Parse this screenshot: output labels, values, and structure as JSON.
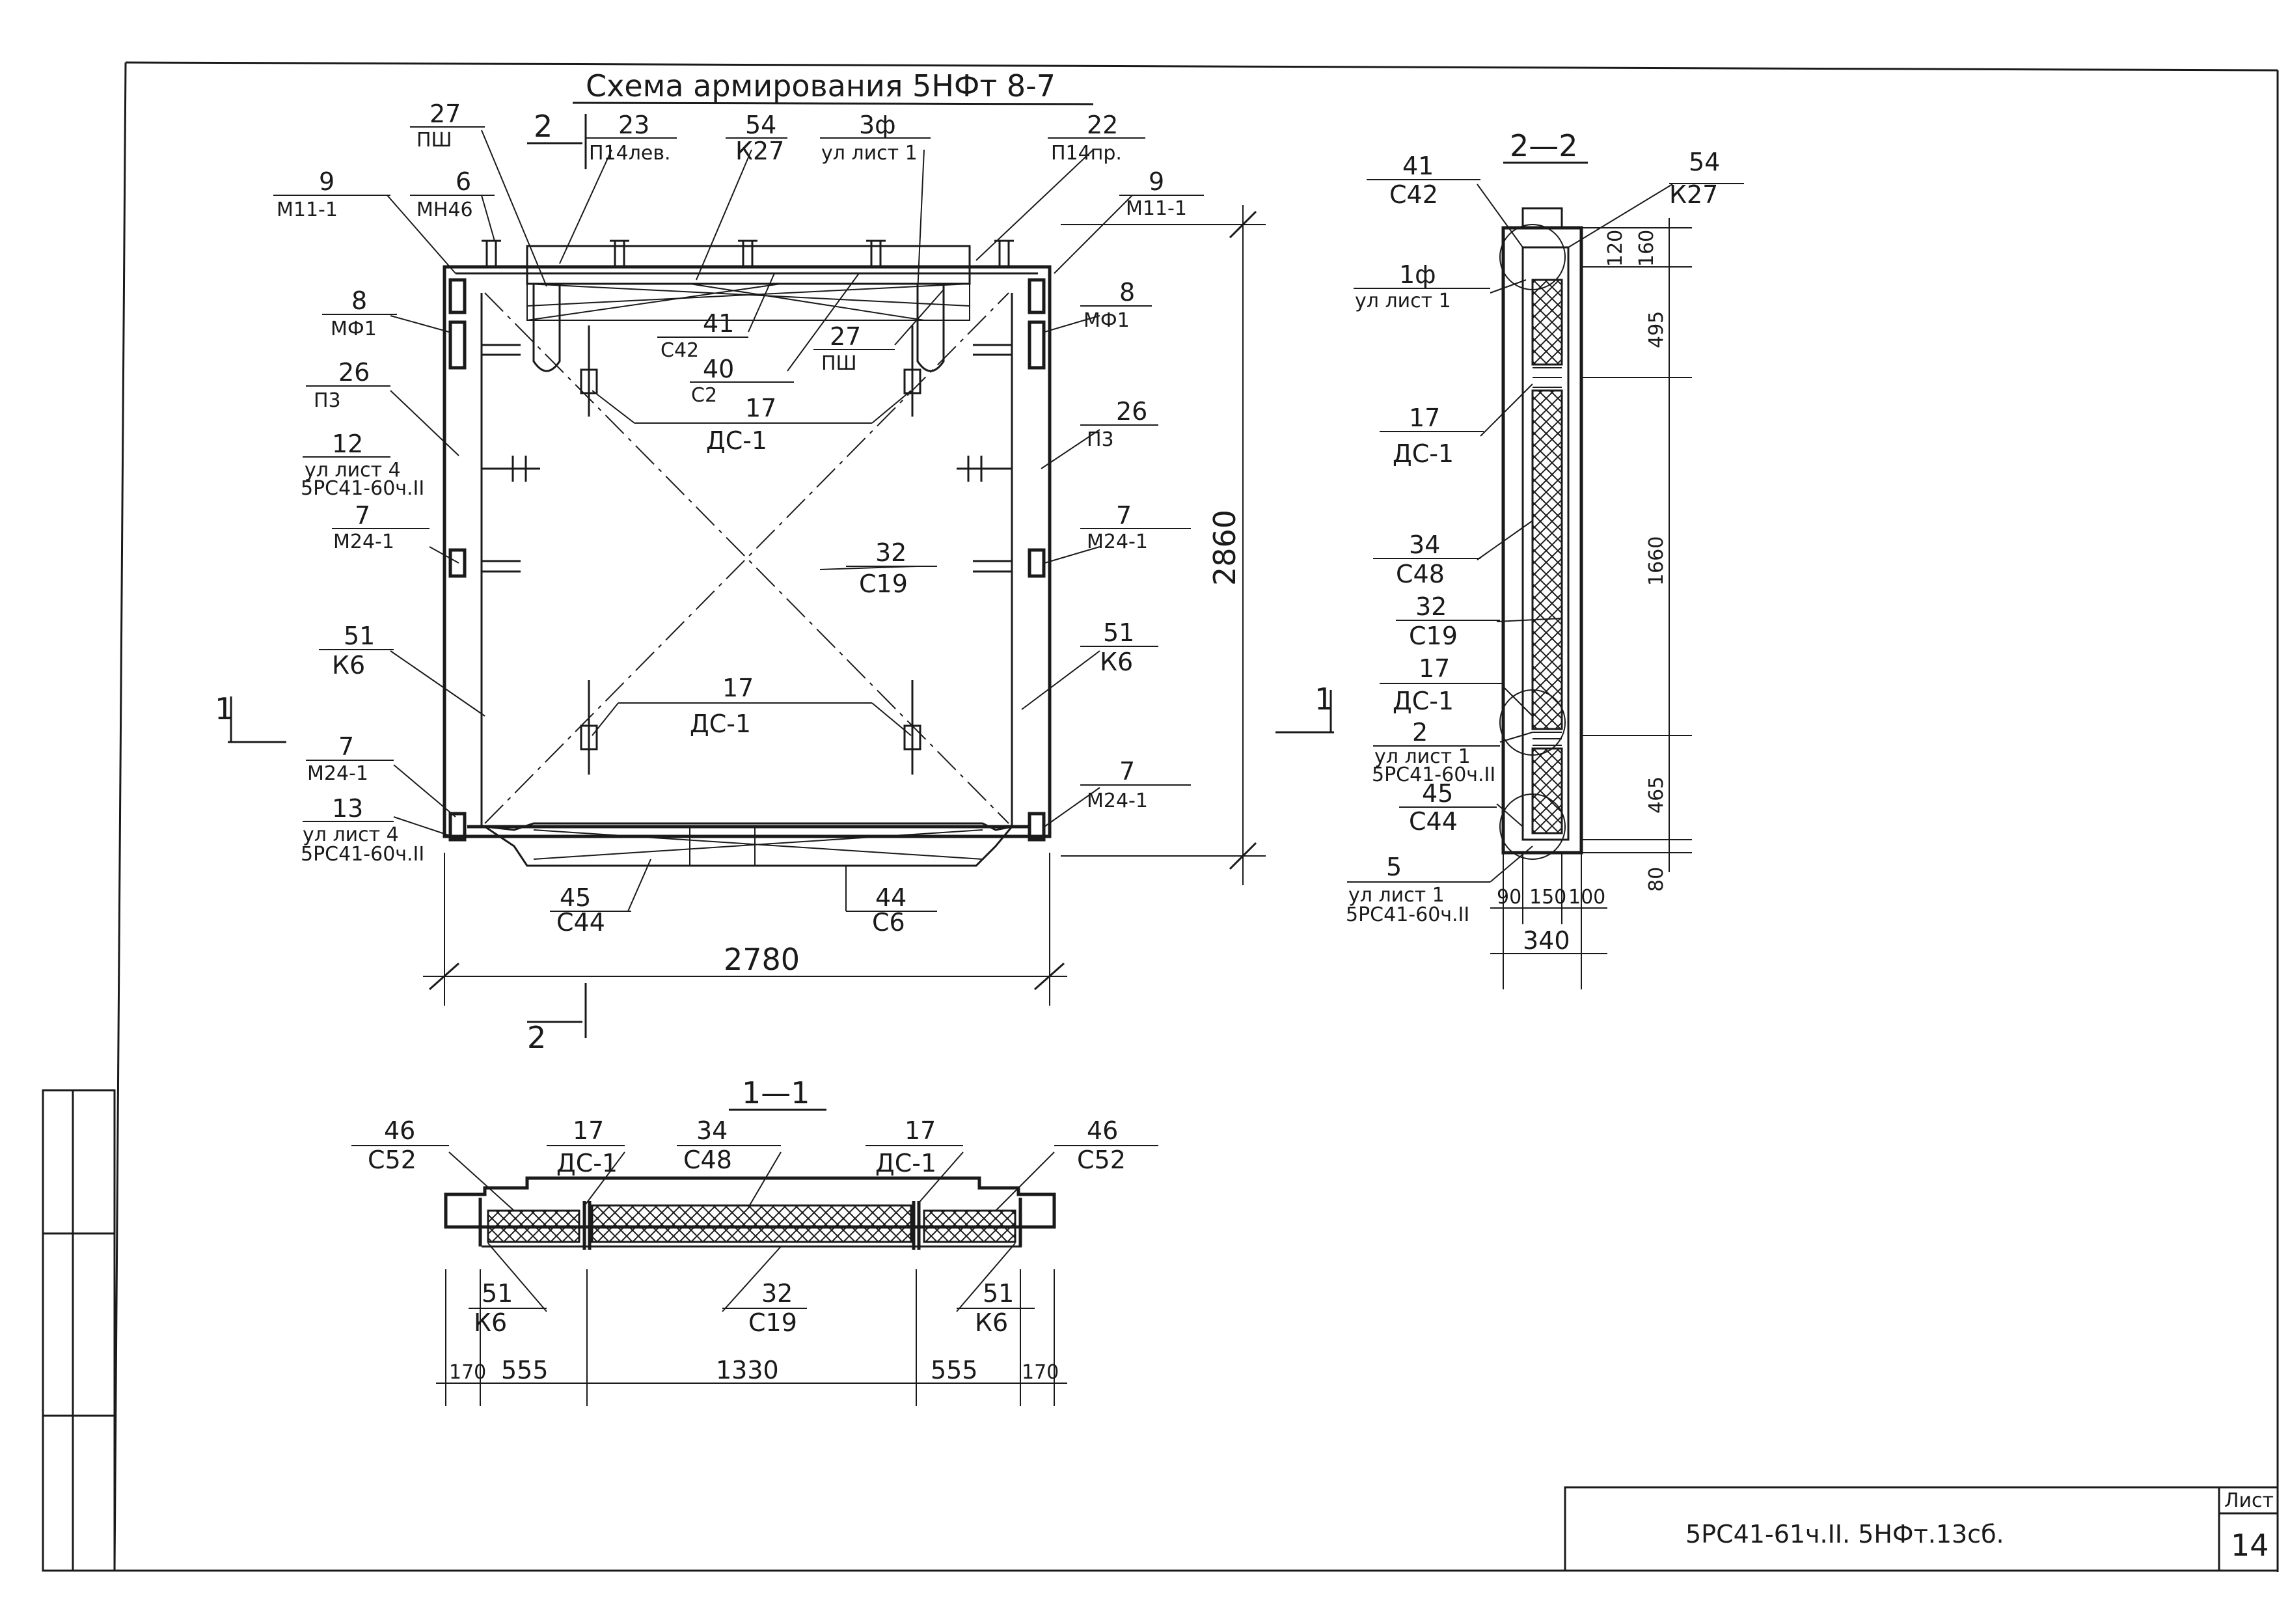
{
  "title": "Схема армирования 5НФт 8-7",
  "section_11": "1—1",
  "section_22": "2—2",
  "cut_marks": {
    "one": "1",
    "two": "2"
  },
  "dimensions": {
    "width": "2780",
    "height": "2860",
    "s11": [
      "170",
      "555",
      "1330",
      "555",
      "170"
    ],
    "s22_v": [
      "120",
      "160",
      "495",
      "1660",
      "465",
      "80"
    ],
    "s22_h": [
      "90",
      "150",
      "100"
    ],
    "s22_total": "340"
  },
  "callouts": {
    "c27a": {
      "n": "27",
      "m": "ПШ"
    },
    "c23": {
      "n": "23",
      "m": "П14лев."
    },
    "c54": {
      "n": "54",
      "m": "К27"
    },
    "c3f": {
      "n": "3ф",
      "m": "ул лист 1"
    },
    "c22": {
      "n": "22",
      "m": "П14пр."
    },
    "c9l": {
      "n": "9",
      "m": "М11-1"
    },
    "c6": {
      "n": "6",
      "m": "МН46"
    },
    "c9r": {
      "n": "9",
      "m": "М11-1"
    },
    "c8l": {
      "n": "8",
      "m": "МФ1"
    },
    "c8r": {
      "n": "8",
      "m": "МФ1"
    },
    "c41": {
      "n": "41",
      "m": "С42"
    },
    "c40": {
      "n": "40",
      "m": "С2"
    },
    "c27b": {
      "n": "27",
      "m": "ПШ"
    },
    "c26l": {
      "n": "26",
      "m": "П3"
    },
    "c26r": {
      "n": "26",
      "m": "П3"
    },
    "c17a": {
      "n": "17",
      "m": "ДС-1"
    },
    "c12": {
      "n": "12",
      "m": "ул лист 4",
      "r": "5РС41-60ч.II"
    },
    "c7a": {
      "n": "7",
      "m": "М24-1"
    },
    "c7b": {
      "n": "7",
      "m": "М24-1"
    },
    "c32": {
      "n": "32",
      "m": "С19"
    },
    "c51l": {
      "n": "51",
      "m": "К6"
    },
    "c51r": {
      "n": "51",
      "m": "К6"
    },
    "c17b": {
      "n": "17",
      "m": "ДС-1"
    },
    "c7c": {
      "n": "7",
      "m": "М24-1"
    },
    "c7d": {
      "n": "7",
      "m": "М24-1"
    },
    "c13": {
      "n": "13",
      "m": "ул лист 4",
      "r": "5РС41-60ч.II"
    },
    "c45": {
      "n": "45",
      "m": "С44"
    },
    "c44": {
      "n": "44",
      "m": "С6"
    },
    "s_46l": {
      "n": "46",
      "m": "С52"
    },
    "s_17l": {
      "n": "17",
      "m": "ДС-1"
    },
    "s_34": {
      "n": "34",
      "m": "С48"
    },
    "s_17r": {
      "n": "17",
      "m": "ДС-1"
    },
    "s_46r": {
      "n": "46",
      "m": "С52"
    },
    "s_51l": {
      "n": "51",
      "m": "К6"
    },
    "s_32": {
      "n": "32",
      "m": "С19"
    },
    "s_51r": {
      "n": "51",
      "m": "К6"
    },
    "v_41": {
      "n": "41",
      "m": "С42"
    },
    "v_54": {
      "n": "54",
      "m": "К27"
    },
    "v_1f": {
      "n": "1ф",
      "m": "ул лист 1"
    },
    "v_17a": {
      "n": "17",
      "m": "ДС-1"
    },
    "v_34": {
      "n": "34",
      "m": "С48"
    },
    "v_32": {
      "n": "32",
      "m": "С19"
    },
    "v_17b": {
      "n": "17",
      "m": "ДС-1"
    },
    "v_2": {
      "n": "2",
      "m": "ул лист 1",
      "r": "5РС41-60ч.II"
    },
    "v_45": {
      "n": "45",
      "m": "С44"
    },
    "v_5": {
      "n": "5",
      "m": "ул лист 1",
      "r": "5РС41-60ч.II"
    }
  },
  "stamp": {
    "doc_code": "5РС41-61ч.II. 5НФт.13сб.",
    "sheet_label": "Лист",
    "sheet_number": "14"
  }
}
